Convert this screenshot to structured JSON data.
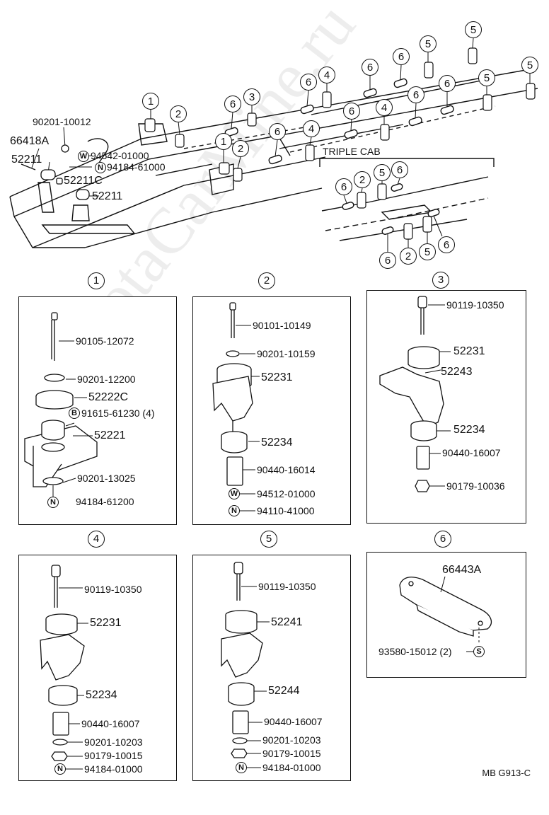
{
  "watermark": "ToyotaCarMine.ru",
  "overview": {
    "badges_top": [
      "1",
      "2",
      "6",
      "3",
      "6",
      "4",
      "6",
      "6",
      "4",
      "6",
      "6",
      "6",
      "5",
      "5",
      "5",
      "5",
      "1",
      "2"
    ],
    "callouts": {
      "c1": "90201-10012",
      "c2": "66418A",
      "c3": "94542-01000",
      "c4": "52211",
      "c5": "94184-61000",
      "c6": "52211C",
      "c7": "52211"
    },
    "triple_cab": "TRIPLE CAB"
  },
  "panels": [
    {
      "num": "1",
      "parts": [
        {
          "text": "90105-12072"
        },
        {
          "text": "90201-12200"
        },
        {
          "text": "52222C"
        },
        {
          "sym": "B",
          "text": "91615-61230 (4)"
        },
        {
          "text": "52221"
        },
        {
          "text": "90201-13025"
        },
        {
          "sym": "N",
          "text": "94184-61200"
        }
      ]
    },
    {
      "num": "2",
      "parts": [
        {
          "text": "90101-10149"
        },
        {
          "text": "90201-10159"
        },
        {
          "text": "52231"
        },
        {
          "text": "52234"
        },
        {
          "text": "90440-16014"
        },
        {
          "sym": "W",
          "text": "94512-01000"
        },
        {
          "sym": "N",
          "text": "94110-41000"
        }
      ]
    },
    {
      "num": "3",
      "parts": [
        {
          "text": "90119-10350"
        },
        {
          "text": "52231"
        },
        {
          "text": "52243"
        },
        {
          "text": "52234"
        },
        {
          "text": "90440-16007"
        },
        {
          "text": "90179-10036"
        }
      ]
    },
    {
      "num": "4",
      "parts": [
        {
          "text": "90119-10350"
        },
        {
          "text": "52231"
        },
        {
          "text": "52234"
        },
        {
          "text": "90440-16007"
        },
        {
          "text": "90201-10203"
        },
        {
          "text": "90179-10015"
        },
        {
          "sym": "N",
          "text": "94184-01000"
        }
      ]
    },
    {
      "num": "5",
      "parts": [
        {
          "text": "90119-10350"
        },
        {
          "text": "52241"
        },
        {
          "text": "52244"
        },
        {
          "text": "90440-16007"
        },
        {
          "text": "90201-10203"
        },
        {
          "text": "90179-10015"
        },
        {
          "sym": "N",
          "text": "94184-01000"
        }
      ]
    },
    {
      "num": "6",
      "parts": [
        {
          "text": "66443A"
        },
        {
          "text": "93580-15012 (2)",
          "sym": "S"
        }
      ]
    }
  ],
  "footer_code": "MB G913-C"
}
